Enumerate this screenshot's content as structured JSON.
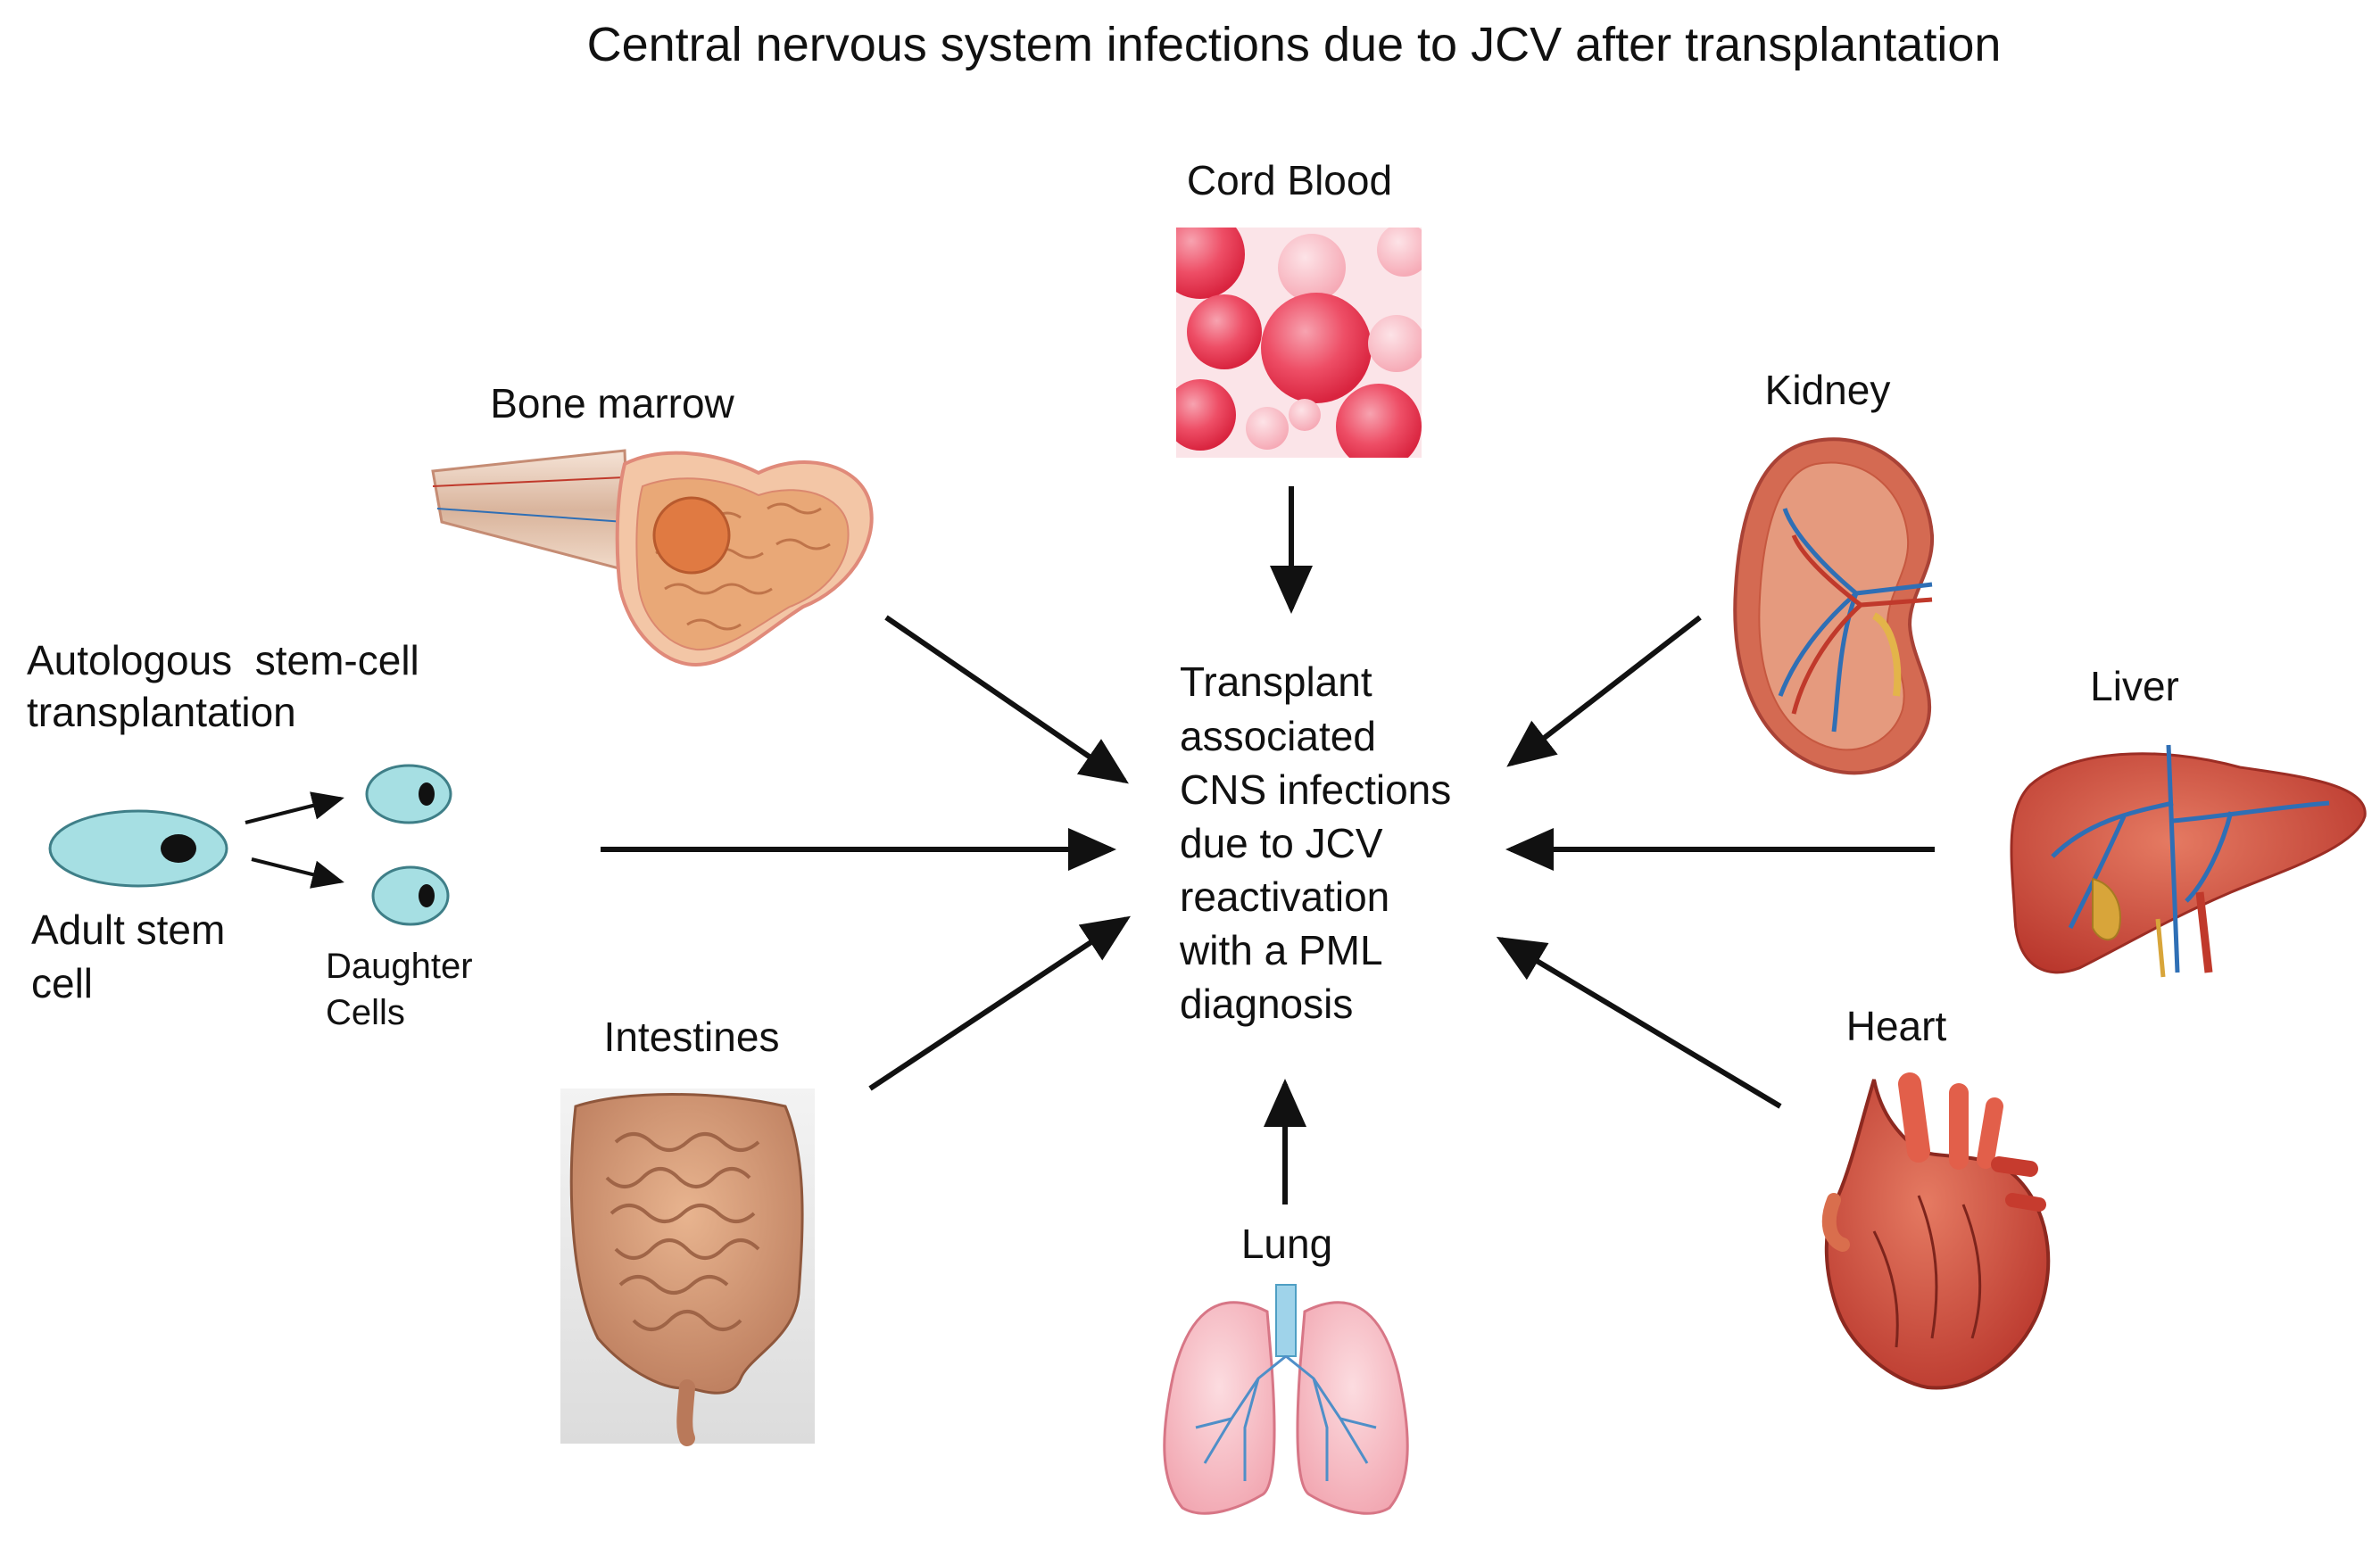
{
  "title": "Central nervous system infections due to JCV after transplantation",
  "center_text": [
    "Transplant",
    "associated",
    "CNS infections",
    "due to JCV",
    "reactivation",
    "with a PML",
    "diagnosis"
  ],
  "sources": {
    "cord_blood": "Cord Blood",
    "bone_marrow": "Bone marrow",
    "kidney": "Kidney",
    "liver": "Liver",
    "heart": "Heart",
    "lung": "Lung",
    "intestines": "Intestines"
  },
  "autologous": {
    "title_line1": "Autologous  stem-cell",
    "title_line2": "transplantation",
    "adult_line1": "Adult stem",
    "adult_line2": "cell",
    "daughter_line1": "Daughter",
    "daughter_line2": "Cells"
  },
  "colors": {
    "arrow": "#111111",
    "cell_fill": "#a6dfe3",
    "blood_red": "#e8364f",
    "organ_red": "#c9463a",
    "vessel_blue": "#2f6fb5"
  }
}
